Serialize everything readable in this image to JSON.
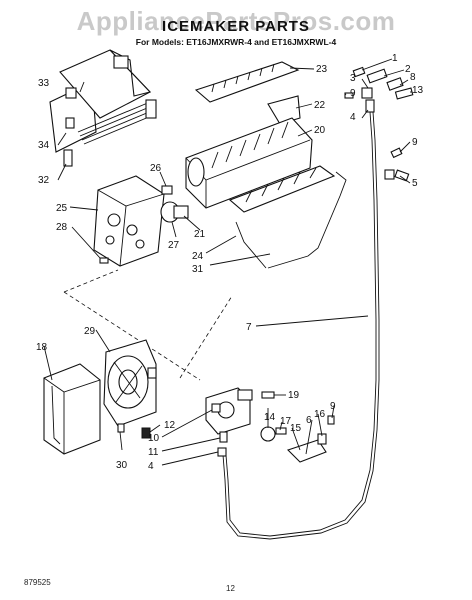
{
  "watermark": "AppliancePartsPros.com",
  "title": "ICEMAKER PARTS",
  "subtitle": "For Models: ET16JMXRWR-4 and ET16JMXRWL-4",
  "footer": {
    "code": "879525",
    "page": "12"
  },
  "callouts": [
    "1",
    "2",
    "3",
    "4",
    "5",
    "6",
    "7",
    "8",
    "9",
    "10",
    "11",
    "12",
    "13",
    "14",
    "15",
    "16",
    "17",
    "18",
    "19",
    "20",
    "21",
    "22",
    "23",
    "24",
    "25",
    "26",
    "27",
    "28",
    "29",
    "30",
    "31",
    "32",
    "33",
    "34"
  ]
}
